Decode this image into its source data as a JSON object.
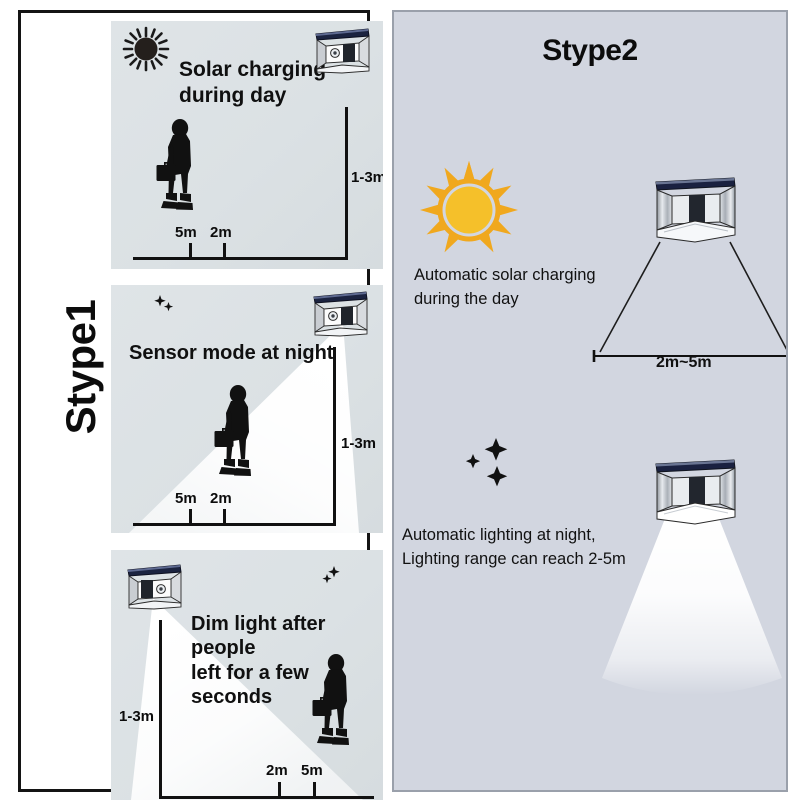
{
  "left_panel": {
    "label": "Stype1",
    "cards": [
      {
        "id": "solar-charging-day",
        "title": "Solar charging\nduring day",
        "icon": "sun-icon",
        "lamp_icon": "solar-wall-lamp-icon",
        "height_label": "1-3m",
        "range_labels": [
          "5m",
          "2m"
        ]
      },
      {
        "id": "sensor-mode-night",
        "title": "Sensor mode at night",
        "icon": "moon-stars-icon",
        "lamp_icon": "solar-wall-lamp-icon",
        "height_label": "1-3m",
        "range_labels": [
          "5m",
          "2m"
        ]
      },
      {
        "id": "dim-light-after-people",
        "title": "Dim light after people\nleft for a few seconds",
        "icon": "moon-stars-icon",
        "lamp_icon": "solar-wall-lamp-icon",
        "height_label": "1-3m",
        "range_labels": [
          "2m",
          "5m"
        ]
      }
    ]
  },
  "right_panel": {
    "label": "Stype2",
    "day": {
      "icon": "sun-icon",
      "caption": "Automatic solar charging\nduring the day",
      "range_label": "2m~5m",
      "lamp_icon": "solar-wall-lamp-icon"
    },
    "night": {
      "icon": "moon-stars-icon",
      "caption": "Automatic lighting at night,\nLighting range can reach 2-5m",
      "lamp_icon": "solar-wall-lamp-icon"
    }
  },
  "colors": {
    "card_background": "#dce2e5",
    "right_panel_background": "#d2d6e0",
    "sun_accent": "#f0a81e",
    "sun_core": "#f5c02a",
    "silhouette": "#111111",
    "light_beam": "#ffffff",
    "border_dark": "#141414"
  }
}
